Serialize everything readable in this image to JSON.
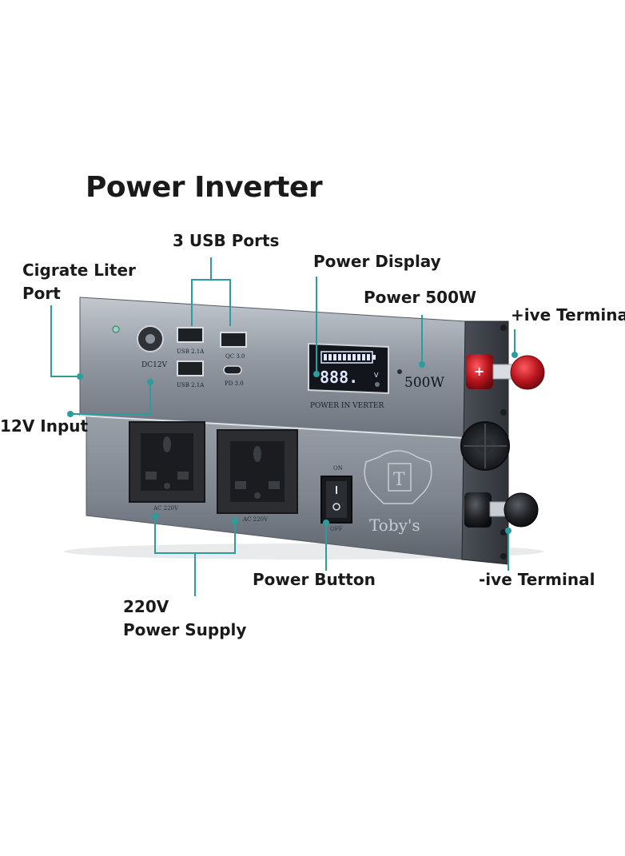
{
  "title": "Power Inverter",
  "callouts": {
    "usb_ports": "3 USB Ports",
    "cigarette_line1": "Cigrate Liter",
    "cigarette_line2": "Port",
    "power_display": "Power Display",
    "power_500w": "Power 500W",
    "positive_terminal": "+ive Termina",
    "input_12v": "12V Input",
    "power_button": "Power Button",
    "negative_terminal": "-ive Terminal",
    "supply_line1": "220V",
    "supply_line2": "Power Supply"
  },
  "device": {
    "dc_label": "DC12V",
    "usb1_label": "USB 2.1A",
    "usb2_label": "USB 2.1A",
    "qc_label": "QC 3.0",
    "pd_label": "PD 3.0",
    "display_digits": "888.",
    "display_unit": "V",
    "rating": "500W",
    "panel_text": "POWER IN VERTER",
    "switch_on": "ON",
    "switch_off": "OFF",
    "outlet1_label": "AC 220V",
    "outlet2_label": "AC 220V",
    "brand": "Toby's",
    "logo_letter": "T",
    "plus_sign": "+"
  },
  "colors": {
    "leader_line": "#2a9d9c",
    "housing": "#6f7680",
    "housing_light": "#a9aeb6",
    "display_bg": "#12161c",
    "display_digits": "#dfe8ff",
    "positive_cap": "#b8141c",
    "outlet": "#2b2d31"
  }
}
